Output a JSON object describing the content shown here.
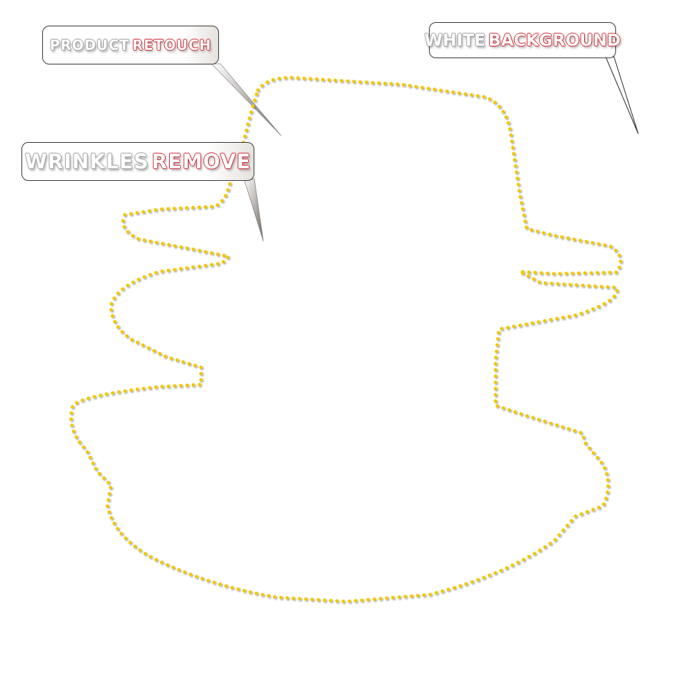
{
  "callouts": {
    "product_retouch": {
      "word1": "PRODUCT",
      "word2": "RETOUCH"
    },
    "wrinkles_remove": {
      "word1": "WRINKLES",
      "word2": "REMOVE"
    },
    "white_background": {
      "word1": "WHITE",
      "word2": "BACKGROUND"
    }
  },
  "colors": {
    "dots": "#f2c800",
    "outline_red": "#d0202a"
  }
}
